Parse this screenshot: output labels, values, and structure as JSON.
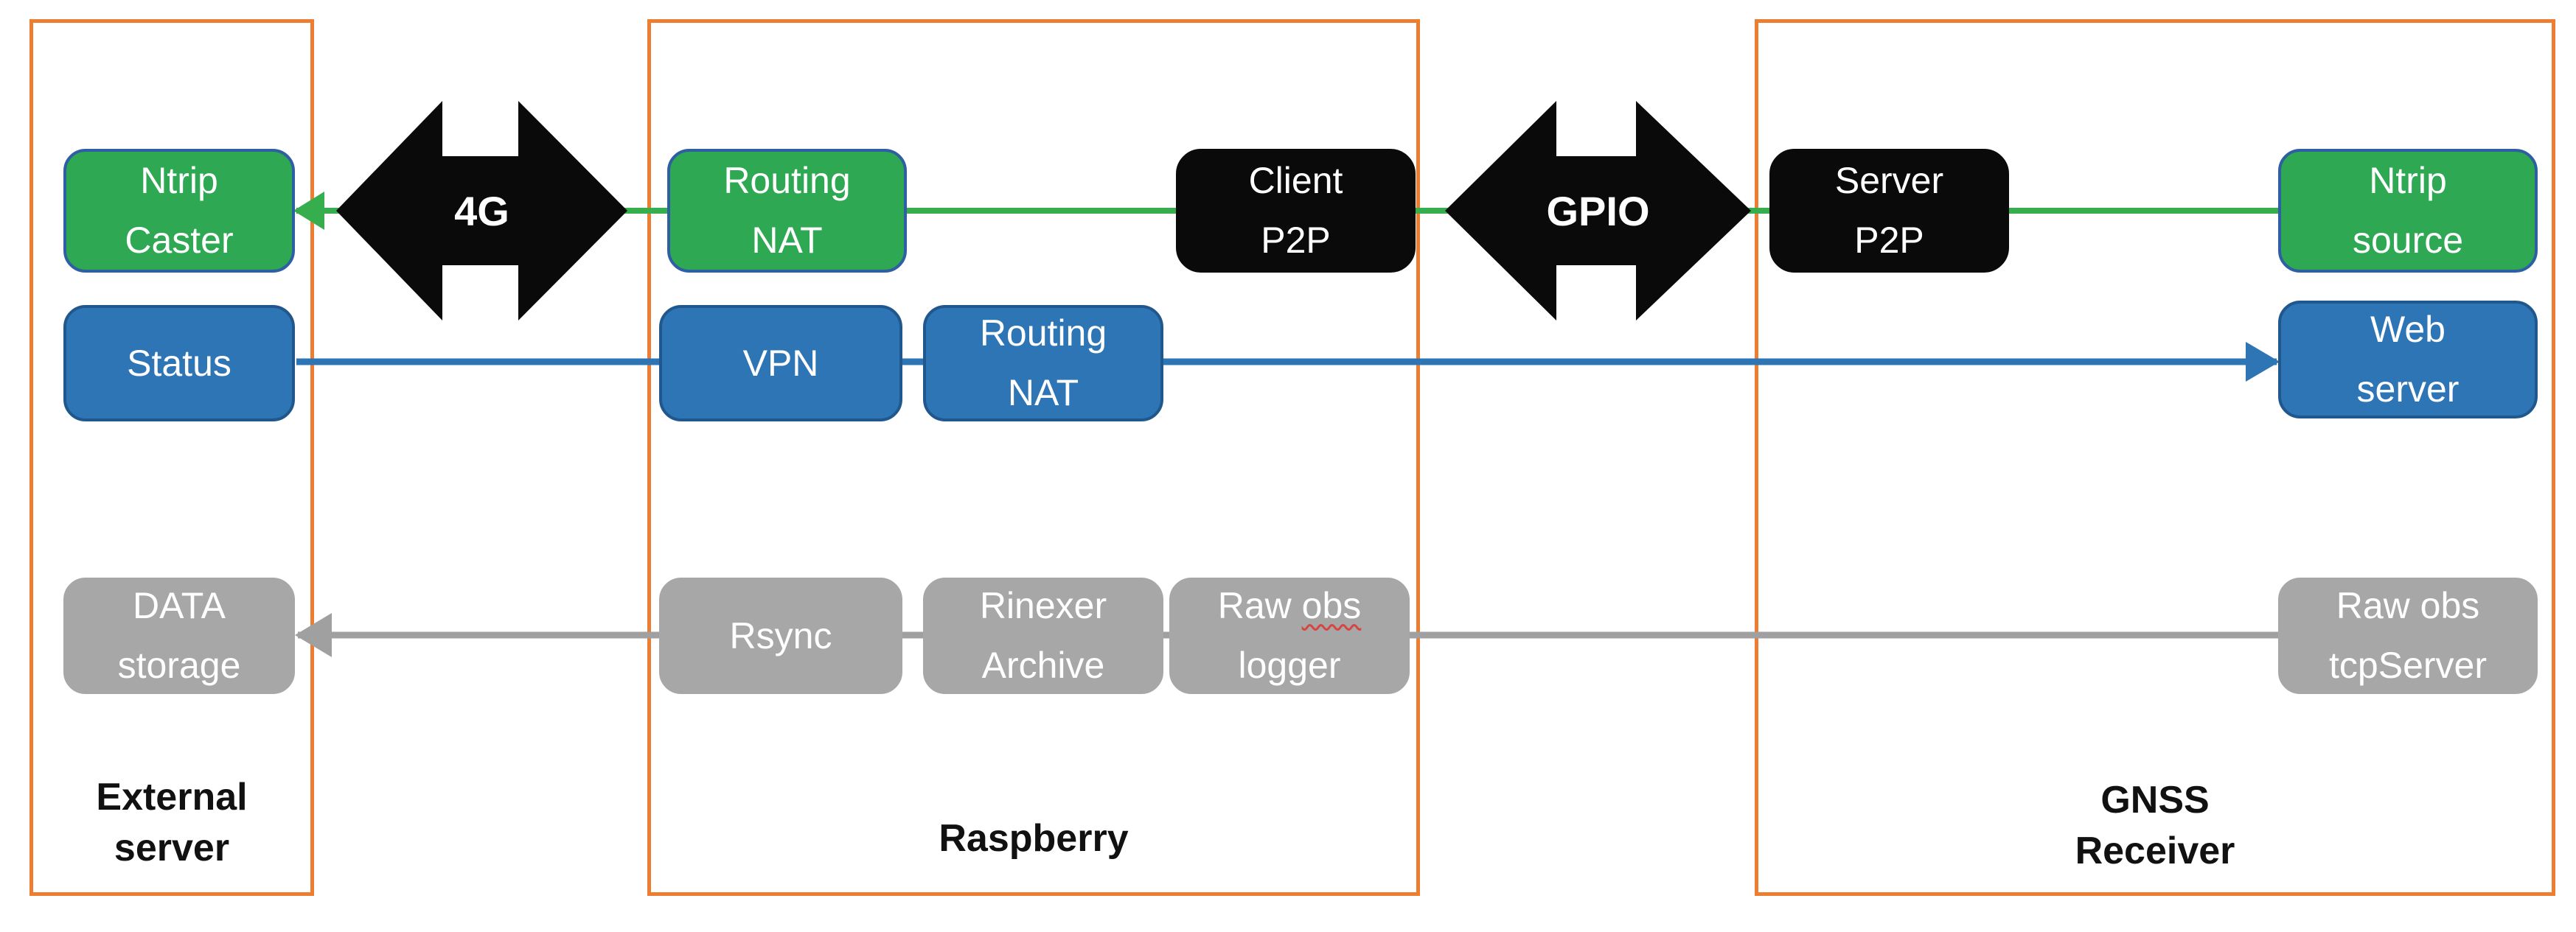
{
  "colors": {
    "orange": "#ED7D31",
    "green": "#2EA853",
    "green_border": "#2E5FA3",
    "blue": "#2E75B6",
    "blue_border": "#20578C",
    "gray": "#A7A7A7",
    "black": "#0A0A0A",
    "white_text": "#FFFFFF",
    "label_text": "#111111",
    "green_line": "#36AE4E",
    "blue_line": "#2E75B6",
    "gray_line": "#A0A0A0",
    "squiggle_red": "#D64541"
  },
  "containers": {
    "external": {
      "label": "External\nserver"
    },
    "raspberry": {
      "label": "Raspberry"
    },
    "gnss": {
      "label": "GNSS\nReceiver"
    }
  },
  "nodes": {
    "ntrip_caster": {
      "label": "Ntrip\nCaster"
    },
    "routing_nat_wan": {
      "label": "Routing\nNAT"
    },
    "client_p2p": {
      "label": "Client\nP2P"
    },
    "server_p2p": {
      "label": "Server\nP2P"
    },
    "ntrip_source": {
      "label": "Ntrip\nsource"
    },
    "status": {
      "label": "Status"
    },
    "vpn": {
      "label": "VPN"
    },
    "routing_nat_lan": {
      "label": "Routing\nNAT"
    },
    "web_server": {
      "label": "Web\nserver"
    },
    "data_storage": {
      "label": "DATA\nstorage"
    },
    "rsync": {
      "label": "Rsync"
    },
    "rinexer_archive": {
      "label": "Rinexer\nArchive"
    },
    "raw_obs_logger": {
      "prefix": "Raw ",
      "misspelled": "obs",
      "line2": "logger"
    },
    "raw_obs_tcpserver": {
      "label": "Raw obs\ntcpServer"
    }
  },
  "link_labels": {
    "fourg": "4G",
    "gpio": "GPIO"
  }
}
